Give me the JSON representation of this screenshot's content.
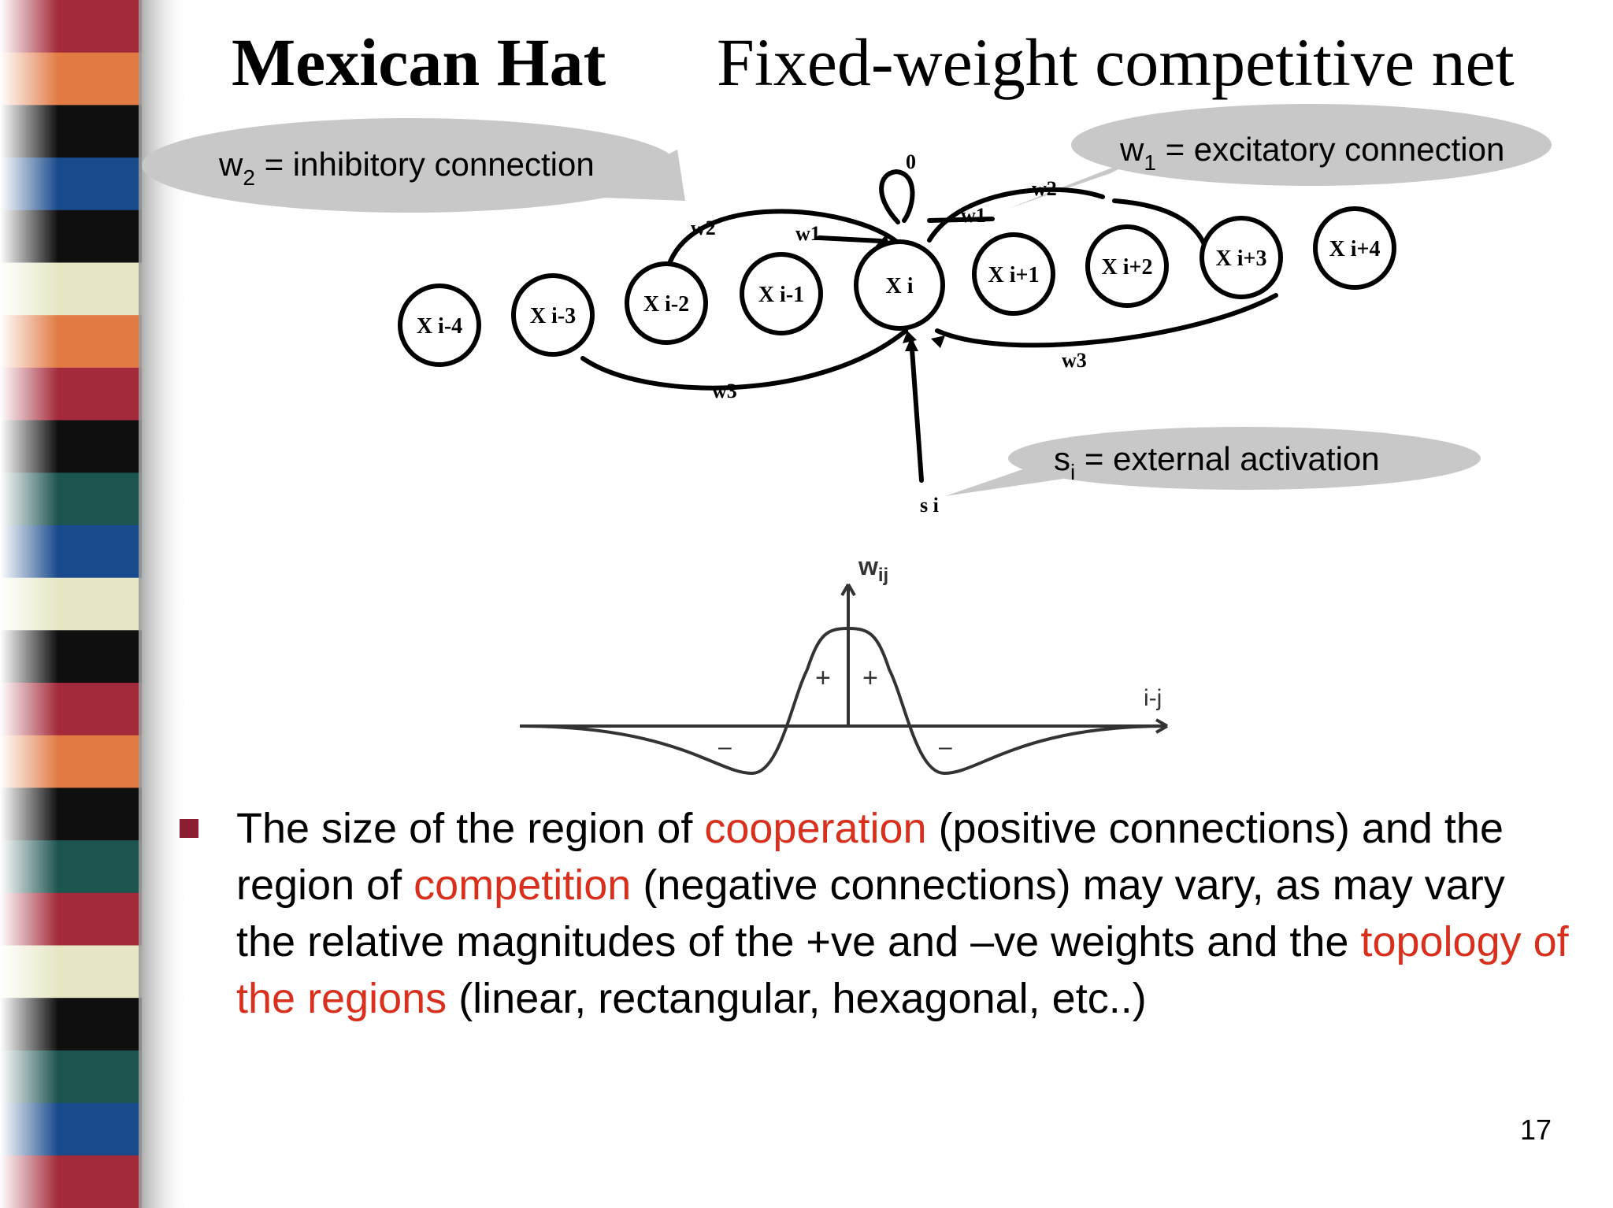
{
  "title": {
    "bold": "Mexican Hat",
    "regular": "Fixed-weight competitive net"
  },
  "callouts": {
    "inhibitory": {
      "var": "w",
      "sub": "2",
      "text": " = inhibitory connection"
    },
    "excitatory": {
      "var": "w",
      "sub": "1",
      "text": " = excitatory connection"
    },
    "external": {
      "var": "s",
      "sub": "i",
      "text": " = external activation"
    }
  },
  "network": {
    "nodes": [
      "X i-4",
      "X i-3",
      "X i-2",
      "X i-1",
      "X i",
      "X i+1",
      "X i+2",
      "X i+3",
      "X i+4"
    ],
    "labels": {
      "self": "0",
      "w1_left": "w1",
      "w1_right": "w1",
      "w2_left": "w2",
      "w2_right": "w2",
      "w3_left": "w3",
      "w3_right": "w3",
      "input": "s i"
    }
  },
  "plot": {
    "y_label": "w",
    "y_label_sub": "ij",
    "x_label": "i-j",
    "plus": "+",
    "minus": "–"
  },
  "bullet": {
    "seg1": "The size of the region of ",
    "red1": "cooperation",
    "seg2": " (positive connections) and the region of ",
    "red2": "competition",
    "seg3": " (negative connections) may vary, as may vary the relative magnitudes of the +ve and –ve weights and the ",
    "red3": "topology of the regions",
    "seg4": " (linear, rectangular, hexagonal, etc..)"
  },
  "page_number": "17",
  "colors": {
    "accent_red": "#d9301e",
    "bullet": "#8b1f2f",
    "callout_fill": "#c8c8c8",
    "stripes": [
      "#a32a3a",
      "#e27a44",
      "#0f0f0f",
      "#184a8c",
      "#e6e6c4",
      "#1c5450"
    ]
  }
}
